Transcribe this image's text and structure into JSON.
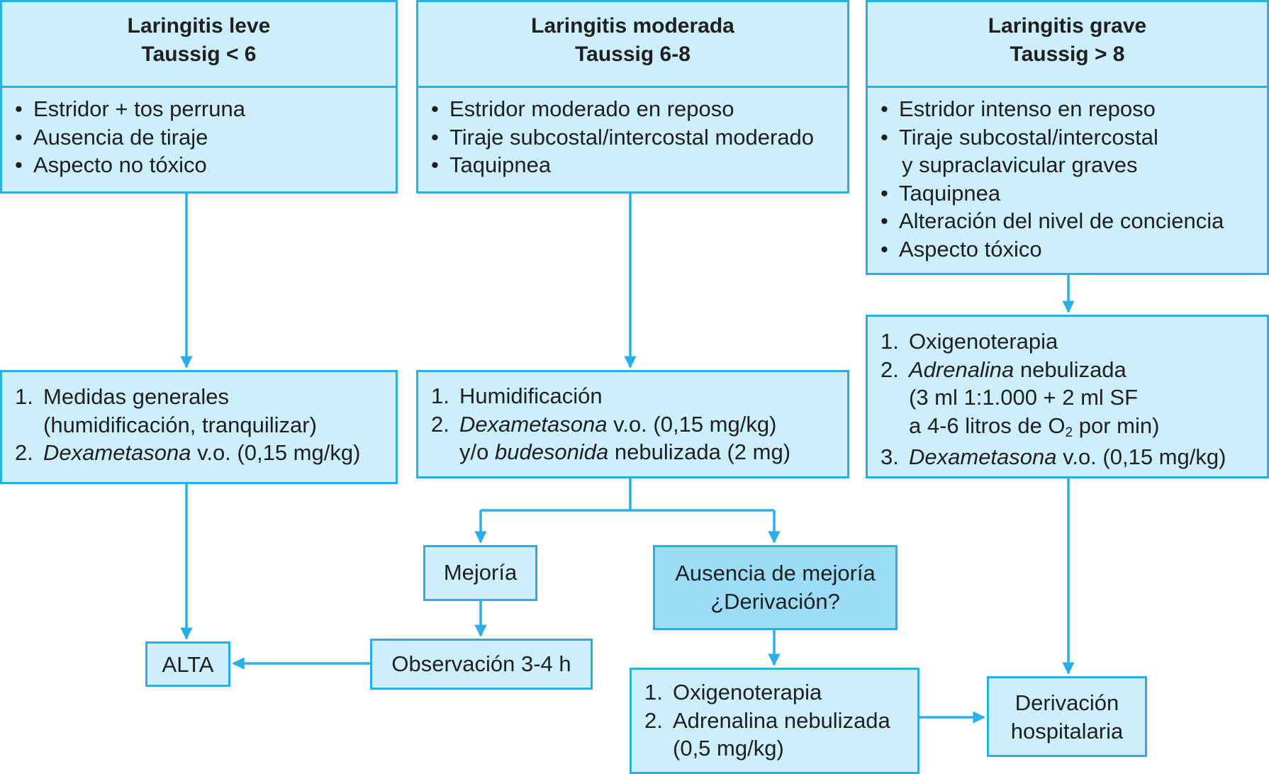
{
  "columns": {
    "leve": {
      "title": "Laringitis leve",
      "score": "Taussig < 6",
      "symptoms": [
        "Estridor + tos perruna",
        "Ausencia de tiraje",
        "Aspecto no tóxico"
      ],
      "treatment": {
        "step1": "Medidas generales",
        "step1_detail": "(humidificación, tranquilizar)",
        "step2_drug": "Dexametasona",
        "step2_rest": " v.o. (0,15 mg/kg)"
      }
    },
    "moderada": {
      "title": "Laringitis moderada",
      "score": "Taussig 6-8",
      "symptoms": [
        "Estridor moderado en reposo",
        "Tiraje subcostal/intercostal moderado",
        "Taquipnea"
      ],
      "treatment": {
        "step1": "Humidificación",
        "step2_drug": "Dexametasona",
        "step2_rest": " v.o. (0,15 mg/kg)",
        "step2b_pre": "y/o ",
        "step2b_drug": "budesonida",
        "step2b_rest": " nebulizada (2 mg)"
      }
    },
    "grave": {
      "title": "Laringitis grave",
      "score": "Taussig > 8",
      "symptoms": [
        "Estridor intenso en reposo",
        "Tiraje subcostal/intercostal",
        "y supraclavicular graves",
        "Taquipnea",
        "Alteración del nivel de conciencia",
        "Aspecto tóxico"
      ],
      "treatment": {
        "step1": "Oxigenoterapia",
        "step2_drug": "Adrenalina",
        "step2_rest": " nebulizada",
        "step2_detail1": "(3 ml 1:1.000 + 2 ml SF",
        "step2_detail2_pre": "a 4-6 litros de O",
        "step2_detail2_sub": "2",
        "step2_detail2_post": " por min)",
        "step3_drug": "Dexametasona",
        "step3_rest": " v.o. (0,15 mg/kg)"
      }
    }
  },
  "numbers": {
    "n1": "1.",
    "n2": "2.",
    "n3": "3."
  },
  "bullet": "•",
  "outcomes": {
    "mejoria": "Mejoría",
    "ausencia_line1": "Ausencia de mejoría",
    "ausencia_line2": "¿Derivación?",
    "observacion": "Observación 3-4 h",
    "alta": "ALTA",
    "rescue_step1": "Oxigenoterapia",
    "rescue_step2": "Adrenalina nebulizada",
    "rescue_step2_detail": "(0,5 mg/kg)",
    "derivacion_line1": "Derivación",
    "derivacion_line2": "hospitalaria"
  },
  "colors": {
    "border": "#29aee8",
    "fill": "#cdeefb",
    "fill_dark": "#9bdcf6",
    "text": "#1f1f1f"
  }
}
